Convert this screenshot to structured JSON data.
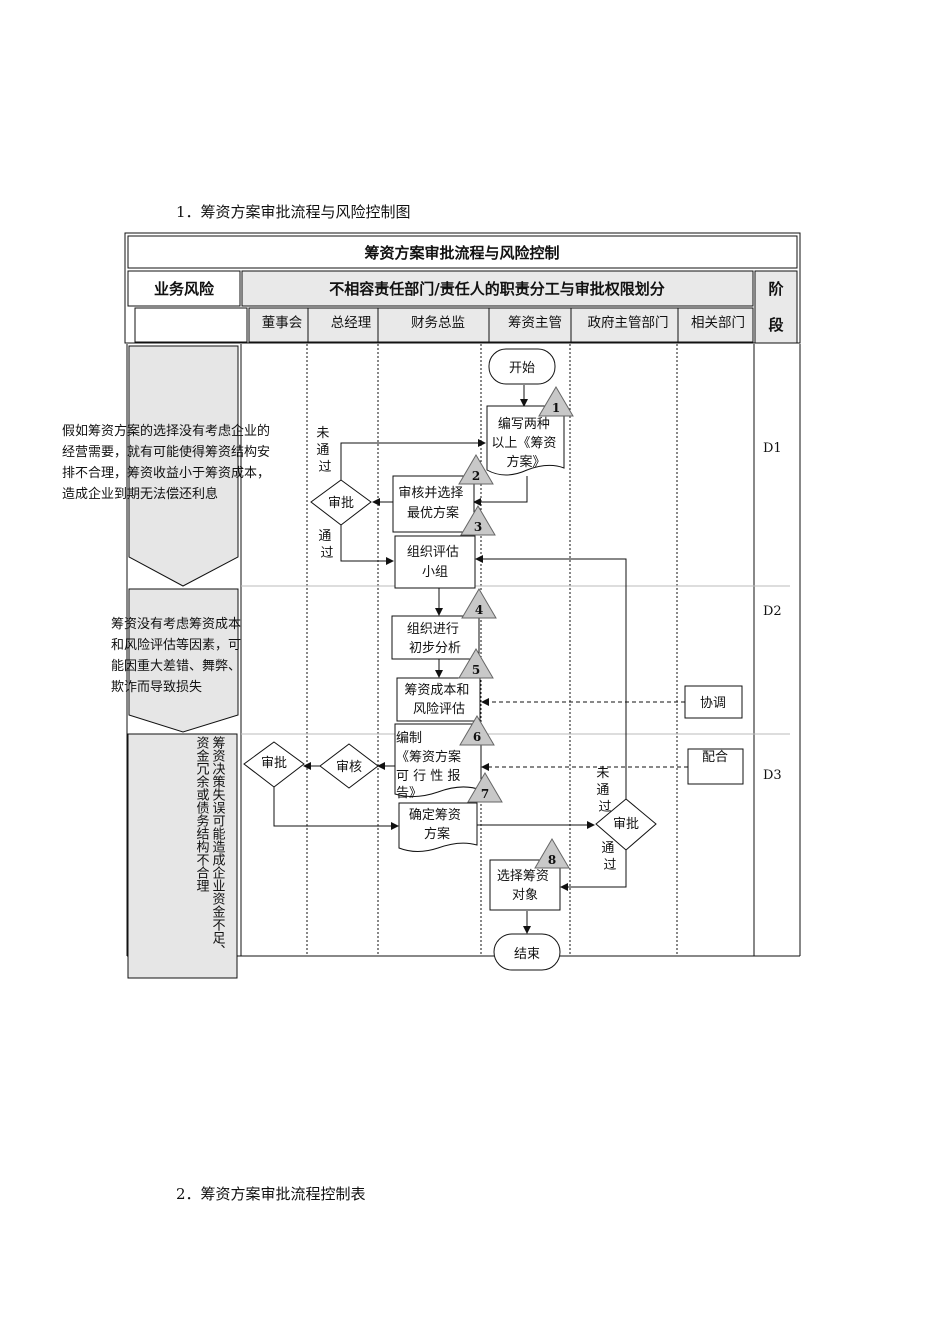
{
  "headings": {
    "section1": "1．筹资方案审批流程与风险控制图",
    "section2": "2．筹资方案审批流程控制表"
  },
  "table": {
    "title": "筹资方案审批流程与风险控制",
    "risk_header": "业务风险",
    "division_header": "不相容责任部门/责任人的职责分工与审批权限划分",
    "stage_header_1": "阶",
    "stage_header_2": "段",
    "lanes": [
      "董事会",
      "总经理",
      "财务总监",
      "筹资主管",
      "政府主管部门",
      "相关部门"
    ]
  },
  "risks": {
    "r1": [
      "假如筹资方案的选择没有考虑企业的",
      "经营需要，就有可能使得筹资结构安",
      "排不合理，筹资收益小于筹资成本，",
      "造成企业到期无法偿还利息"
    ],
    "r2": [
      "筹资没有考虑筹资成本",
      "和风险评估等因素，可",
      "能因重大差错、舞弊、",
      "欺诈而导致损失"
    ],
    "r3": [
      "筹资决策失误可能造成企业资金不足、",
      "资金冗余或债务结构不合理"
    ]
  },
  "stages": [
    "D1",
    "D2",
    "D3"
  ],
  "nodes": {
    "start": "开始",
    "write": [
      "编写两种",
      "以上《筹资",
      "方案》"
    ],
    "review": [
      "审核并选择",
      "最优方案"
    ],
    "approve1": "审批",
    "not_pass_1": [
      "未",
      "通",
      "过"
    ],
    "pass_1": [
      "通",
      "过"
    ],
    "team": [
      "组织评估",
      "小组"
    ],
    "analysis": [
      "组织进行",
      "初步分析"
    ],
    "evaluate": [
      "筹资成本和",
      "风险评估"
    ],
    "coordinate": "协调",
    "compile": [
      "编制",
      "《筹资方案",
      "可 行 性 报",
      "告》"
    ],
    "cooperate": "配合",
    "check": "审核",
    "approve_board": "审批",
    "confirm": [
      "确定筹资",
      "方案"
    ],
    "approve_gov": "审批",
    "not_pass_2": [
      "未",
      "通",
      "过"
    ],
    "pass_2": [
      "通",
      "过"
    ],
    "select": [
      "选择筹资",
      "对象"
    ],
    "end": "结束"
  },
  "badges": [
    "1",
    "2",
    "3",
    "4",
    "5",
    "6",
    "7",
    "8"
  ]
}
